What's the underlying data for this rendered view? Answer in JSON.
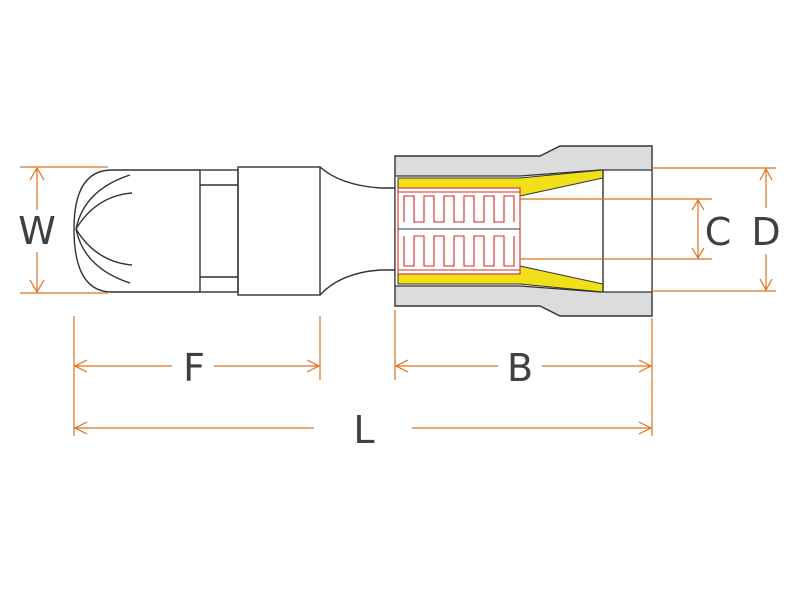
{
  "diagram": {
    "dimension_labels": {
      "W": "W",
      "F": "F",
      "B": "B",
      "L": "L",
      "C": "C",
      "D": "D"
    },
    "colors": {
      "dimension": "#e0701e",
      "outline": "#333333",
      "sleeve": "#dcdcdc",
      "insulation_insert": "#f0e01a",
      "contact_spring": "#d42a2a",
      "label_text": "#404040"
    }
  }
}
